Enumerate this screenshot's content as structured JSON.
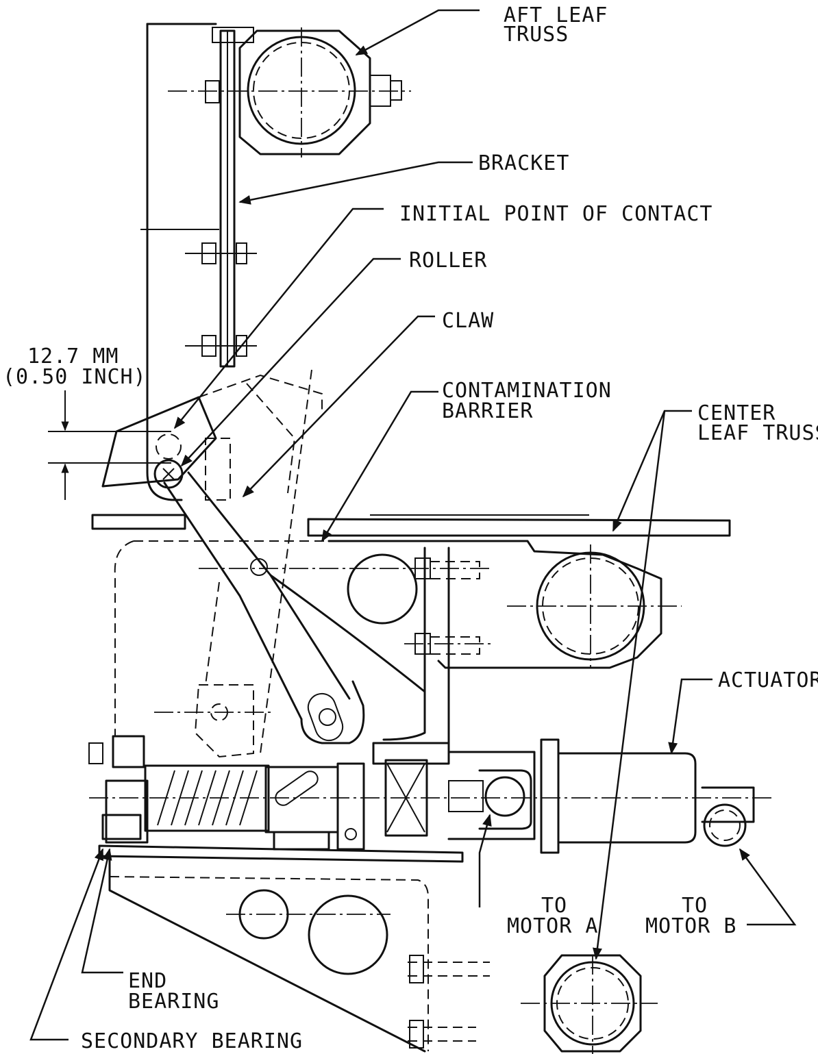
{
  "labels": {
    "aft_leaf_truss_1": "AFT LEAF",
    "aft_leaf_truss_2": "TRUSS",
    "bracket": "BRACKET",
    "initial_point": "INITIAL POINT OF CONTACT",
    "roller": "ROLLER",
    "claw": "CLAW",
    "dimension_mm": "12.7 MM",
    "dimension_inch": "(0.50 INCH)",
    "contamination_1": "CONTAMINATION",
    "contamination_2": "BARRIER",
    "center_leaf_1": "CENTER",
    "center_leaf_2": "LEAF TRUSS",
    "actuator": "ACTUATOR",
    "to_motor_a_1": "TO",
    "to_motor_a_2": "MOTOR A",
    "to_motor_b_1": "TO",
    "to_motor_b_2": "MOTOR B",
    "end_bearing_1": "END",
    "end_bearing_2": "BEARING",
    "secondary_bearing": "SECONDARY BEARING"
  }
}
